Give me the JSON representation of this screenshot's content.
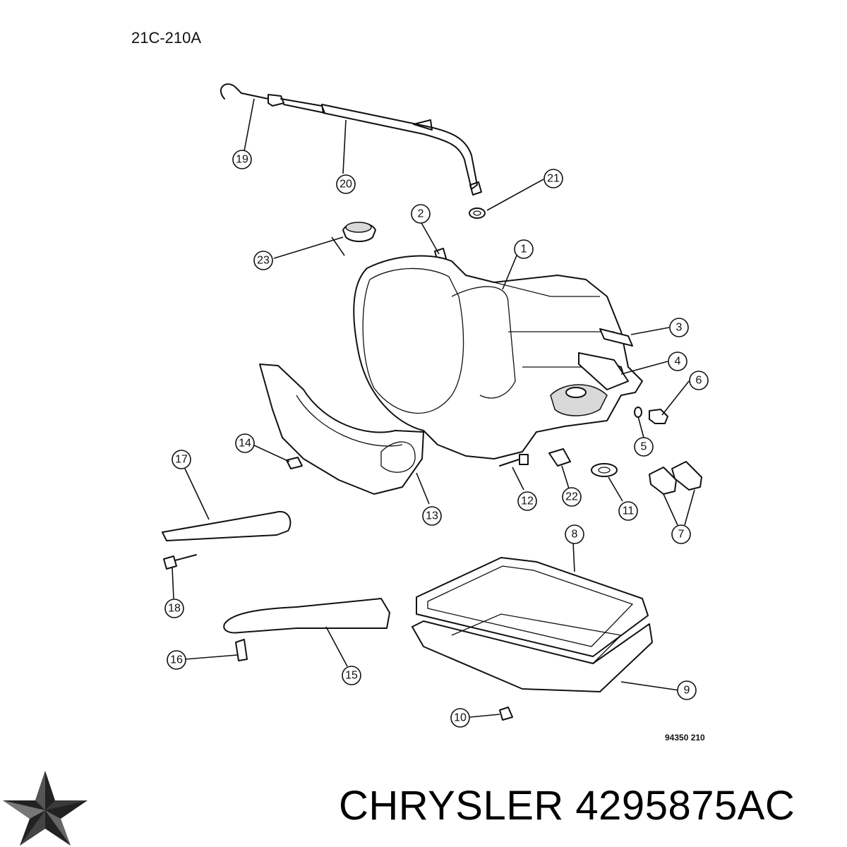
{
  "diagram_code": "21C-210A",
  "drawing_number": "94350  210",
  "caption": "CHRYSLER 4295875AC",
  "logo": {
    "name": "chrysler-pentastar-logo"
  },
  "callouts": [
    "1",
    "2",
    "3",
    "4",
    "5",
    "6",
    "7",
    "8",
    "9",
    "10",
    "11",
    "12",
    "13",
    "14",
    "15",
    "16",
    "17",
    "18",
    "19",
    "20",
    "21",
    "22",
    "23"
  ]
}
